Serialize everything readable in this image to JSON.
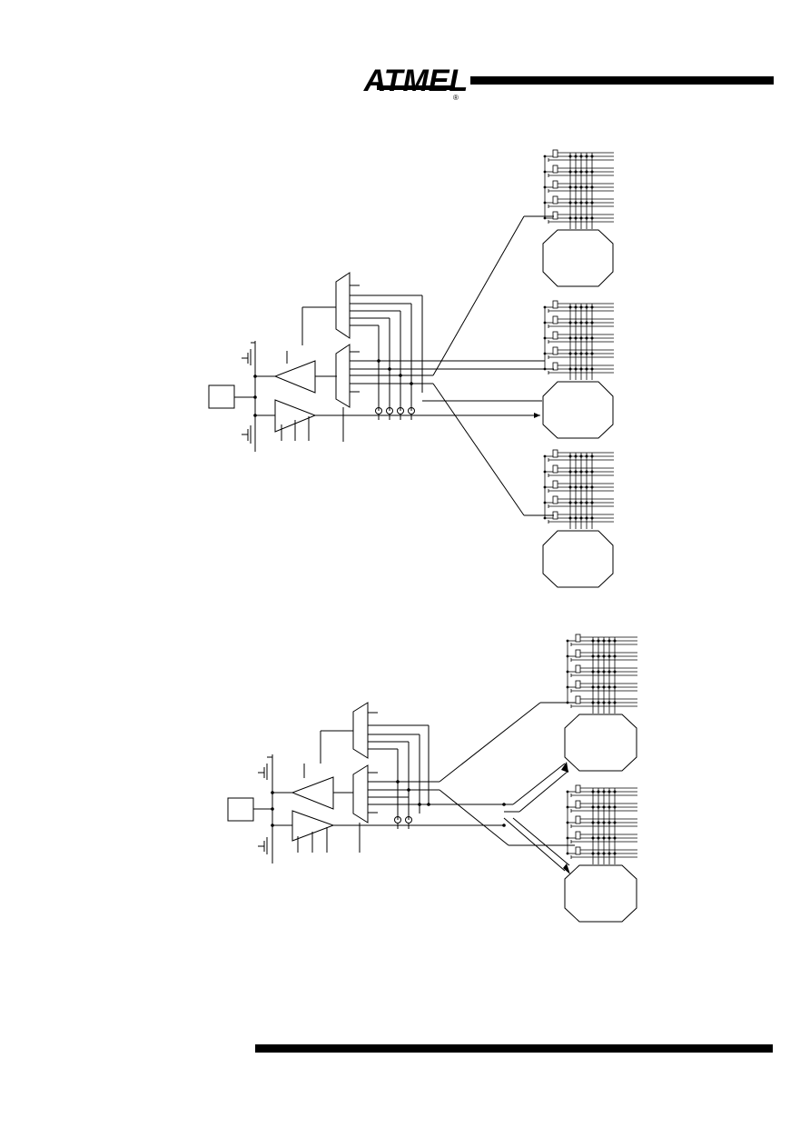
{
  "header": {
    "logo_text": "ATMEL",
    "registered_mark": "®",
    "colors": {
      "ink": "#000000",
      "background": "#ffffff"
    }
  },
  "figures": [
    {
      "id": "fig-top",
      "macrocell_banks": 3,
      "xor_gates": 4
    },
    {
      "id": "fig-bottom",
      "macrocell_banks": 2,
      "xor_gates": 2
    }
  ]
}
